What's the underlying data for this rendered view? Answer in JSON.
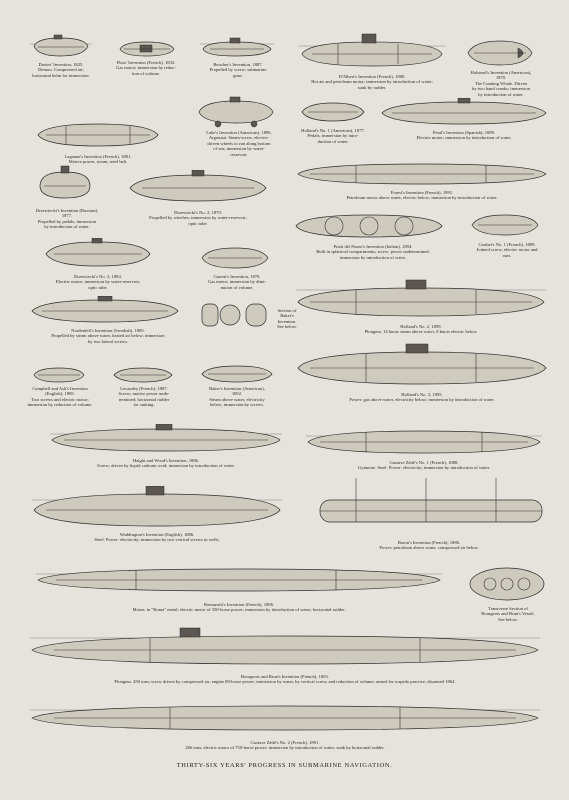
{
  "title": "THIRTY-SIX YEARS' PROGRESS IN SUBMARINE NAVIGATION.",
  "figures": [
    {
      "id": "davies",
      "lines": [
        "Davies' Invention, 1825.",
        "Demon. Compressed air;",
        "horizontal helm for immersion."
      ]
    },
    {
      "id": "flaix",
      "lines": [
        "Flaix' Invention (French), 1833.",
        "Gas motor; immersion by reduc-",
        "tion of volume."
      ]
    },
    {
      "id": "beucher",
      "lines": [
        "Beucher's Invention, 1887.",
        "Propelled by screw; submarine",
        "guns."
      ]
    },
    {
      "id": "dalbert",
      "lines": [
        "D'Albert's Invention (French), 1880.",
        "Hot air and petroleum motor; immersion by introduction of water;",
        "sunk by rudder."
      ]
    },
    {
      "id": "halstead",
      "lines": [
        "Halstead's Invention (American),",
        "1870.",
        "The Cunning Whale. Driven",
        "by two hand cranks; immersion",
        "by introduction of water."
      ]
    },
    {
      "id": "lagaune",
      "lines": [
        "Lagaune's Invention (French), 1881.",
        "Motive power, steam; steel belt."
      ]
    },
    {
      "id": "lake",
      "lines": [
        "Lake's Invention (American), 1896.",
        "Argonaut. Steam-screw, electric-",
        "driven wheels to run along bottom",
        "of sea; immersion by water-",
        "reservoir."
      ]
    },
    {
      "id": "holland1",
      "lines": [
        "Holland's No. 1 (American), 1877.",
        "Pedals; immersion by intro-",
        "duction of water."
      ]
    },
    {
      "id": "peral",
      "lines": [
        "Peral's Invention (Spanish), 1889.",
        "Electric motor; immersion by introduction of water."
      ]
    },
    {
      "id": "drzewiecki_r",
      "lines": [
        "Drzewiecki's Invention (Russian),",
        "1877.",
        "Propelled by pedals; immersion",
        "by introduction of water."
      ]
    },
    {
      "id": "drzewiecki2",
      "lines": [
        "Drzewiecki's No. 2, 1879.",
        "Propelled by winches; immersion by water-reservoir;",
        "optic tube."
      ]
    },
    {
      "id": "forest",
      "lines": [
        "Forest's Invention (French), 1891.",
        "Petroleum motor above water, electric below; immersion by introduction of water."
      ]
    },
    {
      "id": "piatti",
      "lines": [
        "Piatti del Pozzo's Invention (Italian), 1894.",
        "Built in spherical compartments; screw; power undetermined;",
        "immersion by introduction of water."
      ]
    },
    {
      "id": "goubet1",
      "lines": [
        "Goubet's No. 1 (French), 1889.",
        "Jointed screw; electric motor and",
        "oars."
      ]
    },
    {
      "id": "drzewiecki3",
      "lines": [
        "Drzewiecki's No. 3, 1884.",
        "Electric motor; immersion by water-reservoir;",
        "optic tube."
      ]
    },
    {
      "id": "garrett",
      "lines": [
        "Garrett's Invention, 1879.",
        "Gas motor; immersion by dimi-",
        "nution of volume."
      ]
    },
    {
      "id": "holland2",
      "lines": [
        "Holland's No. 2, 1899.",
        "Plongeur. 14 knots steam above water, 8 knots electric below."
      ]
    },
    {
      "id": "nordenfelt",
      "lines": [
        "Nordenfelt's Invention (Swedish), 1885.",
        "Propelled by steam above water, heated air below; immersion",
        "by two lateral screws."
      ]
    },
    {
      "id": "baker_section",
      "lines": [
        "Section of",
        "Baker's",
        "Invention.",
        "See below."
      ]
    },
    {
      "id": "campbell",
      "lines": [
        "Campbell and Ash's Invention",
        "(English), 1885.",
        "Two screws and electric motor;",
        "immersion by reduction of volume."
      ]
    },
    {
      "id": "lecaudey",
      "lines": [
        "Lecaudey (French), 1887.",
        "Screw; motive power unde-",
        "termined; horizontal rudder",
        "for sinking."
      ]
    },
    {
      "id": "baker",
      "lines": [
        "Baker's Invention (American),",
        "1892.",
        "Steam above water, electricity",
        "below; immersion by screws."
      ]
    },
    {
      "id": "holland3",
      "lines": [
        "Holland's No. 3, 1895.",
        "Power: gas above water, electricity below; immersion by introduction of water."
      ]
    },
    {
      "id": "haight",
      "lines": [
        "Haight and Wood's Invention, 1886.",
        "Screw; driven by liquid carbonic acid; immersion by introduction of water."
      ]
    },
    {
      "id": "zede1",
      "lines": [
        "Gustave Zédé's No. 1 (French), 1888.",
        "Gymnote. Steel. Power: electricity; immersion by introduction of water."
      ]
    },
    {
      "id": "waddington",
      "lines": [
        "Waddington's Invention (English), 1886.",
        "Steel. Power: electricity; immersion by two vertical screws in wells."
      ]
    },
    {
      "id": "baron",
      "lines": [
        "Baron's Invention (French), 1886.",
        "Power: petroleum above water, compressed air below."
      ]
    },
    {
      "id": "romazotti",
      "lines": [
        "Romazotti's Invention (French), 1896.",
        "Morse; in \"Roma\" metal; electric motor of 350-horse power; immersion by introduction of water; horizontal rudder."
      ]
    },
    {
      "id": "transverse",
      "lines": [
        "Transverse Section of",
        "Bourgeois and Brun's Vessel.",
        "See below."
      ]
    },
    {
      "id": "bourgeois",
      "lines": [
        "Bourgeois and Brun's Invention (French), 1863.",
        "Plongeur. 450 tons; screw driven by compressed air; engine 80-horse power; immersion by water, by vertical screw, and reduction of volume; armed for torpedo practice; disarmed 1864."
      ]
    },
    {
      "id": "zede2",
      "lines": [
        "Gustave Zédé's No. 2 (French), 1891.",
        "266 tons; electric motor of 750-horse power; immersion by introduction of water; sunk by horizontal rudder."
      ]
    }
  ]
}
